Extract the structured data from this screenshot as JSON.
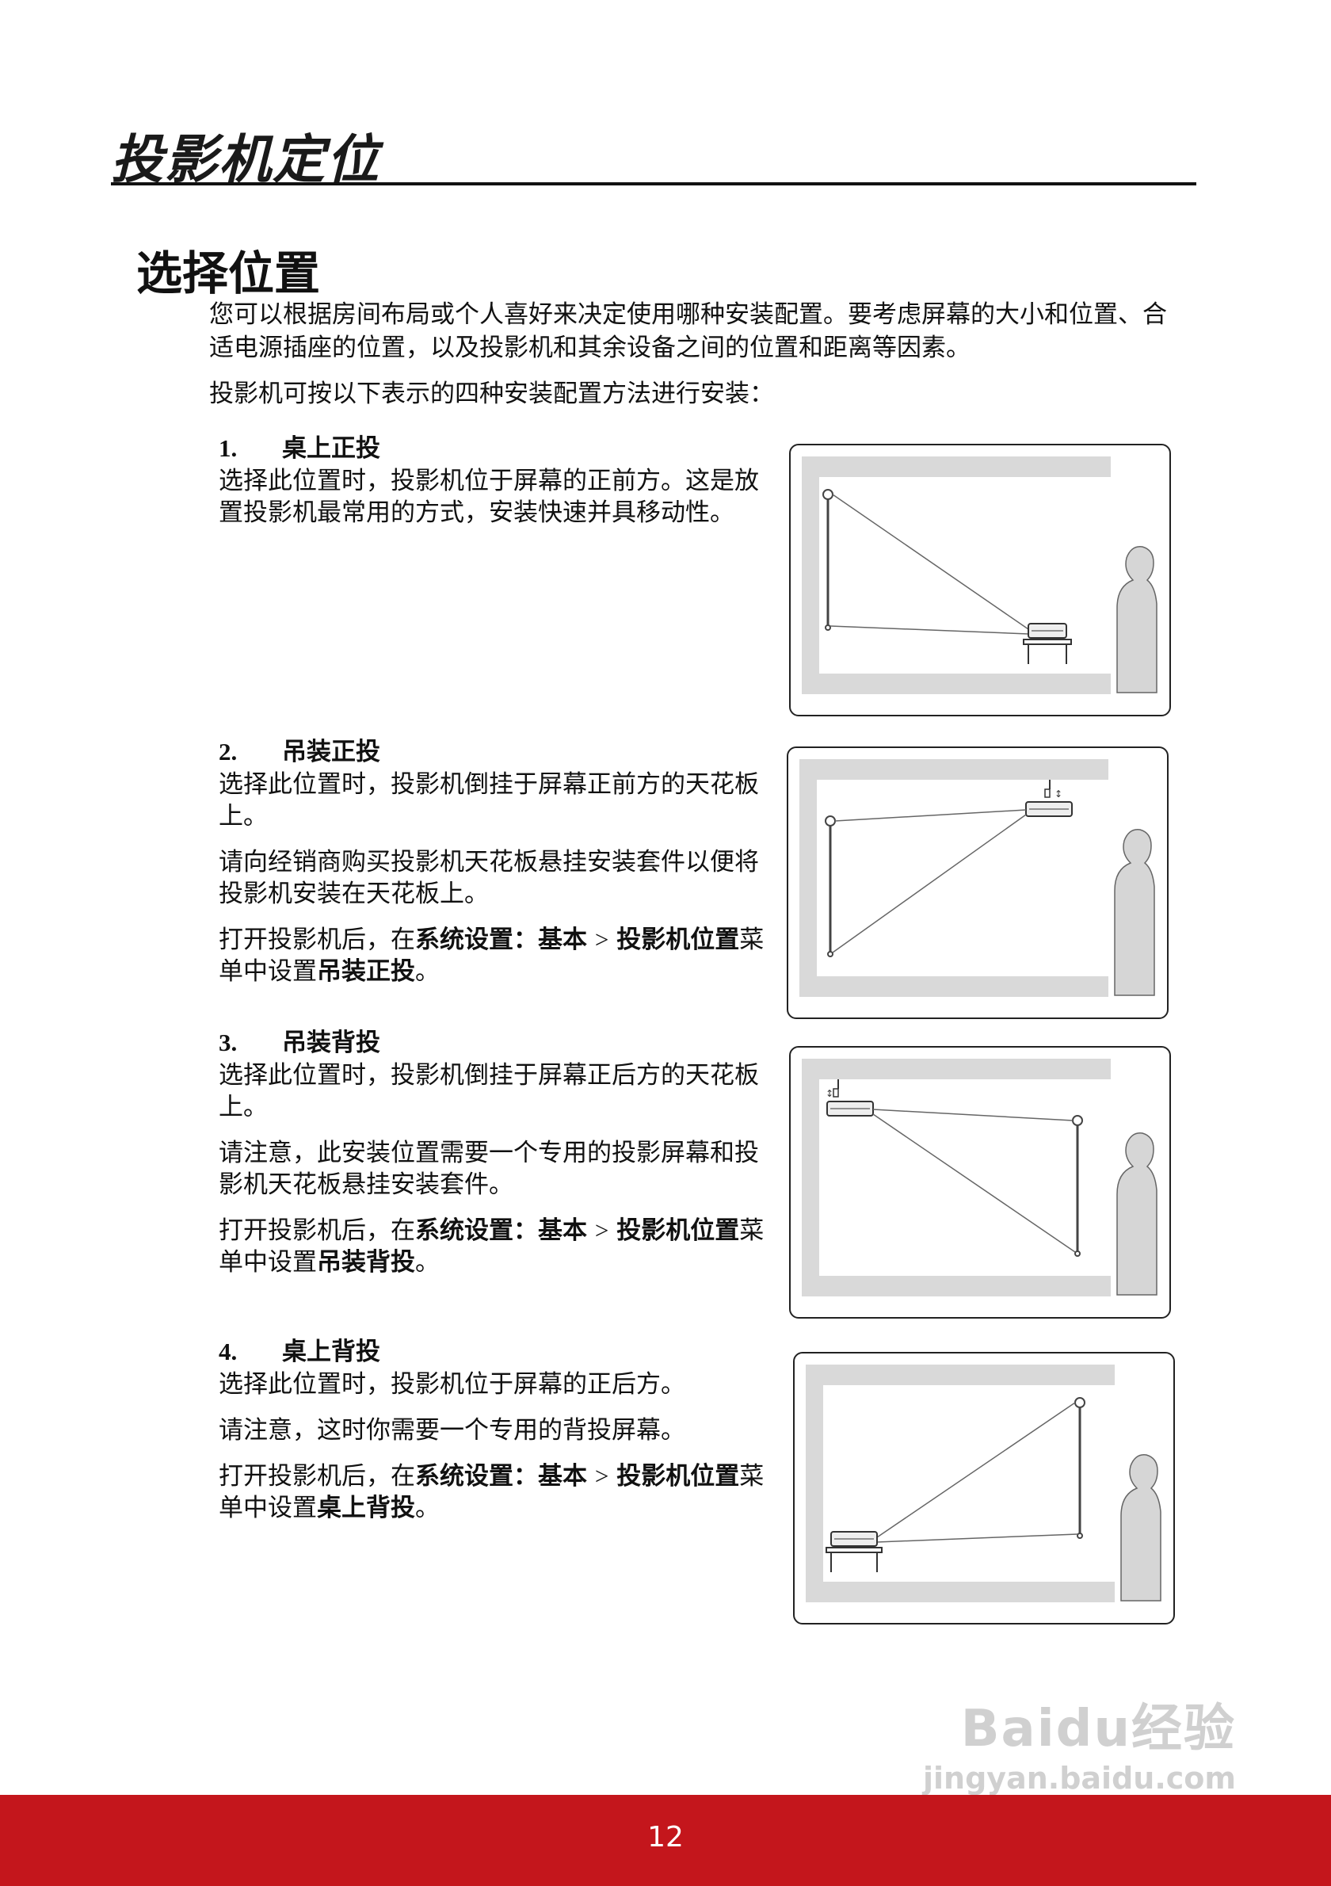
{
  "header": {
    "title": "投影机定位"
  },
  "section": {
    "heading": "选择位置"
  },
  "intro": {
    "p1": "您可以根据房间布局或个人喜好来决定使用哪种安装配置。要考虑屏幕的大小和位置、合适电源插座的位置，以及投影机和其余设备之间的位置和距离等因素。",
    "p2": "投影机可按以下表示的四种安装配置方法进行安装："
  },
  "menu_path": {
    "open_prefix": "打开投影机后，在",
    "settings": "系统设置",
    "colon": "：",
    "basic": "基本",
    "sep": ">",
    "position": "投影机位置",
    "menu_text": "菜单中设置",
    "end": "。"
  },
  "items": [
    {
      "number": "1.",
      "title": "桌上正投",
      "p1": "选择此位置时，投影机位于屏幕的正前方。这是放置投影机最常用的方式，安装快速并具移动性。"
    },
    {
      "number": "2.",
      "title": "吊装正投",
      "p1": "选择此位置时，投影机倒挂于屏幕正前方的天花板上。",
      "p2": "请向经销商购买投影机天花板悬挂安装套件以便将投影机安装在天花板上。",
      "setting": "吊装正投"
    },
    {
      "number": "3.",
      "title": "吊装背投",
      "p1": "选择此位置时，投影机倒挂于屏幕正后方的天花板上。",
      "p2": "请注意，此安装位置需要一个专用的投影屏幕和投影机天花板悬挂安装套件。",
      "setting": "吊装背投"
    },
    {
      "number": "4.",
      "title": "桌上背投",
      "p1": "选择此位置时，投影机位于屏幕的正后方。",
      "p2": "请注意，这时你需要一个专用的背投屏幕。",
      "setting": "桌上背投"
    }
  ],
  "watermark": {
    "logo": "Baidu经验",
    "url": "jingyan.baidu.com"
  },
  "footer": {
    "page_number": "12"
  }
}
